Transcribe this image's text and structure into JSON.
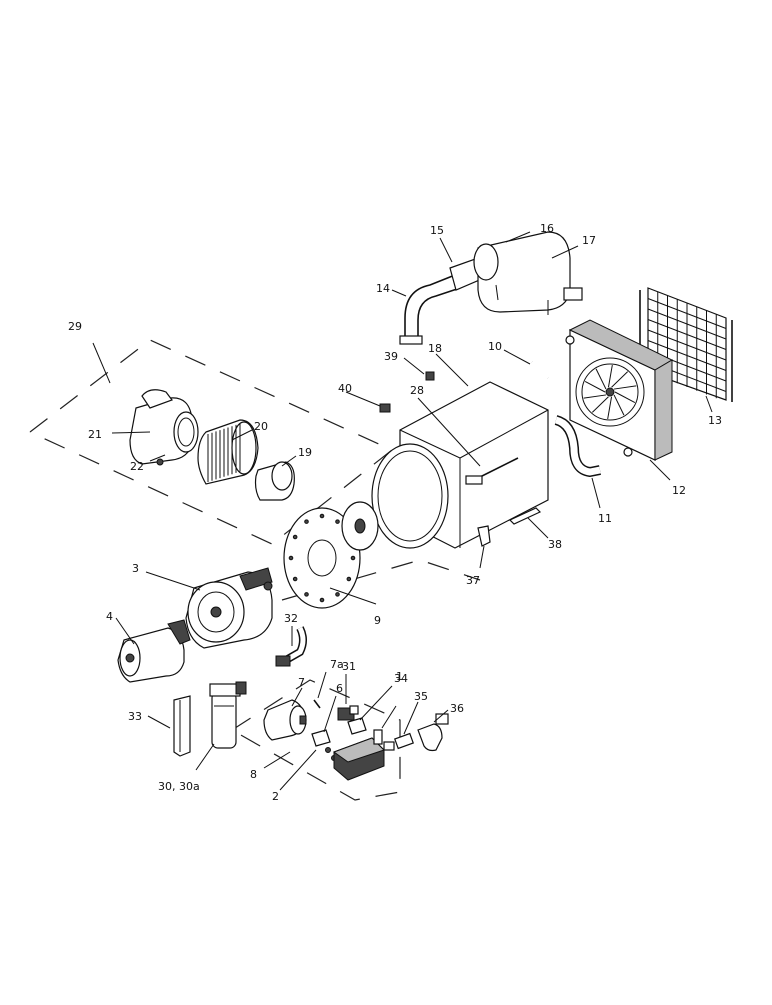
{
  "diagram": {
    "labels": [
      {
        "id": "1",
        "text": "1"
      },
      {
        "id": "2",
        "text": "2"
      },
      {
        "id": "3",
        "text": "3"
      },
      {
        "id": "4",
        "text": "4"
      },
      {
        "id": "6",
        "text": "6"
      },
      {
        "id": "7",
        "text": "7"
      },
      {
        "id": "7a",
        "text": "7a"
      },
      {
        "id": "8",
        "text": "8"
      },
      {
        "id": "9",
        "text": "9"
      },
      {
        "id": "10",
        "text": "10"
      },
      {
        "id": "11",
        "text": "11"
      },
      {
        "id": "12",
        "text": "12"
      },
      {
        "id": "13",
        "text": "13"
      },
      {
        "id": "14",
        "text": "14"
      },
      {
        "id": "15",
        "text": "15"
      },
      {
        "id": "16",
        "text": "16"
      },
      {
        "id": "17",
        "text": "17"
      },
      {
        "id": "18",
        "text": "18"
      },
      {
        "id": "19",
        "text": "19"
      },
      {
        "id": "20",
        "text": "20"
      },
      {
        "id": "21",
        "text": "21"
      },
      {
        "id": "22",
        "text": "22"
      },
      {
        "id": "28",
        "text": "28"
      },
      {
        "id": "29",
        "text": "29"
      },
      {
        "id": "30",
        "text": "30, 30a"
      },
      {
        "id": "31",
        "text": "31"
      },
      {
        "id": "32",
        "text": "32"
      },
      {
        "id": "33",
        "text": "33"
      },
      {
        "id": "34",
        "text": "34"
      },
      {
        "id": "35",
        "text": "35"
      },
      {
        "id": "36",
        "text": "36"
      },
      {
        "id": "37",
        "text": "37"
      },
      {
        "id": "38",
        "text": "38"
      },
      {
        "id": "39",
        "text": "39"
      },
      {
        "id": "40",
        "text": "40"
      }
    ]
  }
}
